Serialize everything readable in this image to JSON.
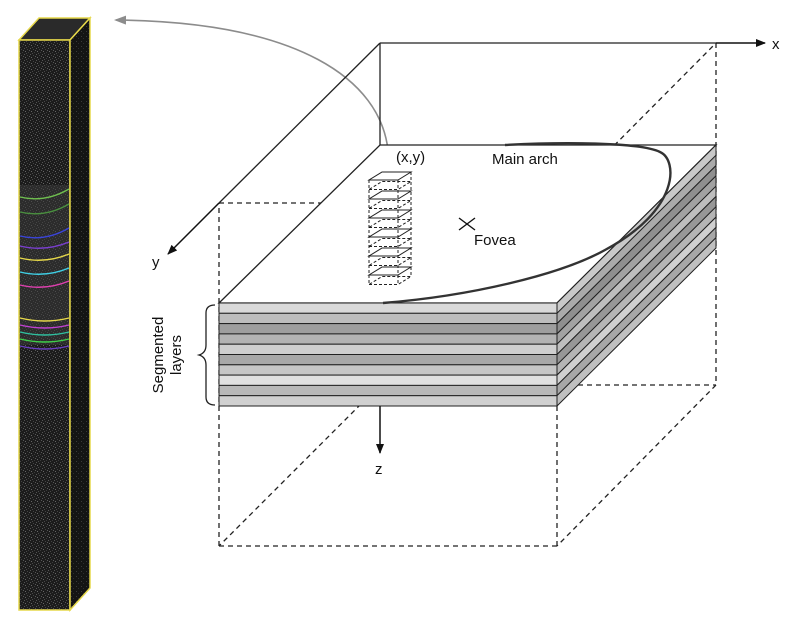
{
  "labels": {
    "axis_x": "x",
    "axis_y": "y",
    "axis_z": "z",
    "point": "(x,y)",
    "main_arch": "Main arch",
    "fovea": "Fovea",
    "segmented_line1": "Segmented",
    "segmented_line2": "layers"
  },
  "colors": {
    "line": "#222222",
    "arrow_gray": "#8c8c8c",
    "scan_yellow": "#e6d84a",
    "scan_dark": "#1b1b1b",
    "layer_colors": [
      "#6fbf4f",
      "#4a8f3f",
      "#3a44d8",
      "#7a3fd0",
      "#e6d84a",
      "#3fd0e6",
      "#e040b0",
      "#e6d84a",
      "#c040d0",
      "#2fbf9f",
      "#3fd04a",
      "#6a3fc0"
    ],
    "slab_light": "#d4d4d4",
    "slab_dark": "#9a9a9a"
  }
}
